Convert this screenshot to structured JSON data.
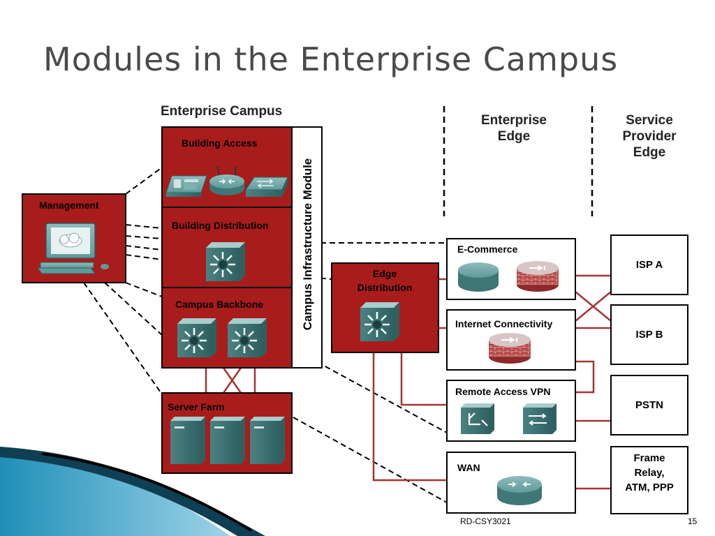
{
  "slide": {
    "title": "Modules in the Enterprise Campus",
    "footer_left": "RD-CSY3021",
    "page_number": "15"
  },
  "sections": {
    "campus": "Enterprise Campus",
    "edge": "Enterprise Edge",
    "provider": "Service Provider Edge"
  },
  "campus_modules": {
    "infrastructure": "Campus Infrastructure Module",
    "building_access": "Building Access",
    "building_distribution": "Building Distribution",
    "campus_backbone": "Campus Backbone",
    "server_farm": "Server Farm",
    "management": "Management",
    "edge_distribution": "Edge Distribution"
  },
  "edge_modules": {
    "ecommerce": "E-Commerce",
    "internet": "Internet Connectivity",
    "vpn": "Remote Access VPN",
    "wan": "WAN"
  },
  "provider_modules": {
    "isp_a": "ISP A",
    "isp_b": "ISP B",
    "pstn": "PSTN",
    "frame_relay": "Frame Relay, ATM, PPP"
  },
  "colors": {
    "module_red": "#a81c1c",
    "device_teal": "#4f8c8c",
    "link_red": "#a83232",
    "title_gray": "#4a4a4a",
    "accent_teal": "#3ea0c4"
  },
  "icons": [
    "ip-phone-icon",
    "wireless-router-icon",
    "switch-icon",
    "multilayer-switch-icon",
    "pc-icon",
    "firewall-icon",
    "server-icon",
    "router-icon",
    "vpn-concentrator-icon"
  ]
}
